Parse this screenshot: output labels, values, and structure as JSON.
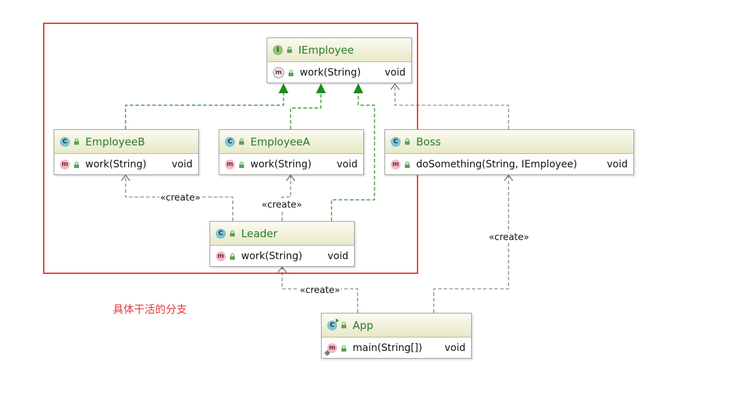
{
  "classes": {
    "iemployee": {
      "kind": "I",
      "name": "IEmployee",
      "method": {
        "kind": "m",
        "signature": "work(String)",
        "return_type": "void"
      }
    },
    "employeeb": {
      "kind": "C",
      "name": "EmployeeB",
      "method": {
        "kind": "m",
        "signature": "work(String)",
        "return_type": "void"
      }
    },
    "employeea": {
      "kind": "C",
      "name": "EmployeeA",
      "method": {
        "kind": "m",
        "signature": "work(String)",
        "return_type": "void"
      }
    },
    "boss": {
      "kind": "C",
      "name": "Boss",
      "method": {
        "kind": "m",
        "signature": "doSomething(String, IEmployee)",
        "return_type": "void"
      }
    },
    "leader": {
      "kind": "C",
      "name": "Leader",
      "method": {
        "kind": "m",
        "signature": "work(String)",
        "return_type": "void"
      }
    },
    "app": {
      "kind": "C",
      "name": "App",
      "method": {
        "kind": "m",
        "signature": "main(String[])",
        "return_type": "void"
      }
    }
  },
  "relations": {
    "create_label": "«create»"
  },
  "annotation": {
    "text": "具体干活的分支",
    "color": "#e03a3a"
  },
  "colors": {
    "frame": "#e84040",
    "realization": "#1a8a1a",
    "dependency": "#707070",
    "class_name": "#2a7a2a"
  }
}
